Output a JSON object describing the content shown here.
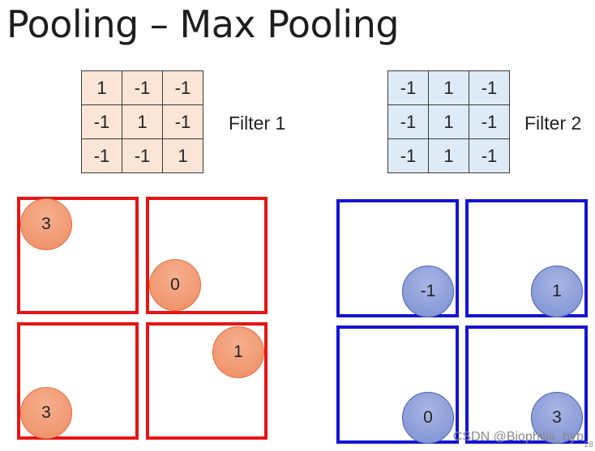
{
  "title": "Pooling – Max Pooling",
  "filters": [
    {
      "label": "Filter 1",
      "color": "#fbe5d6",
      "rows": [
        [
          "1",
          "-1",
          "-1"
        ],
        [
          "-1",
          "1",
          "-1"
        ],
        [
          "-1",
          "-1",
          "1"
        ]
      ]
    },
    {
      "label": "Filter 2",
      "color": "#deebf7",
      "rows": [
        [
          "-1",
          "1",
          "-1"
        ],
        [
          "-1",
          "1",
          "-1"
        ],
        [
          "-1",
          "1",
          "-1"
        ]
      ]
    }
  ],
  "feature_maps": [
    {
      "border_color": "#e81414",
      "values": [
        "3",
        "0",
        "3",
        "1"
      ]
    },
    {
      "border_color": "#1414d6",
      "values": [
        "-1",
        "1",
        "0",
        "3"
      ]
    }
  ],
  "watermark": "CSDN @Biophilia_hyb",
  "page_number": "28"
}
